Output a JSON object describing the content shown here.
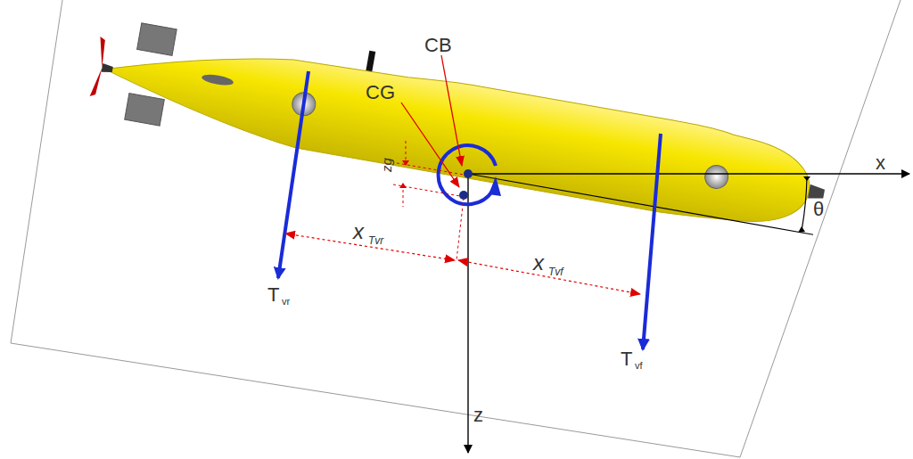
{
  "diagram": {
    "labels": [
      "CB",
      "CG",
      "zg",
      "x",
      "Tvr",
      "x",
      "Tvf",
      "x",
      "θ",
      "z",
      "T",
      "vr",
      "T",
      "vf"
    ]
  }
}
